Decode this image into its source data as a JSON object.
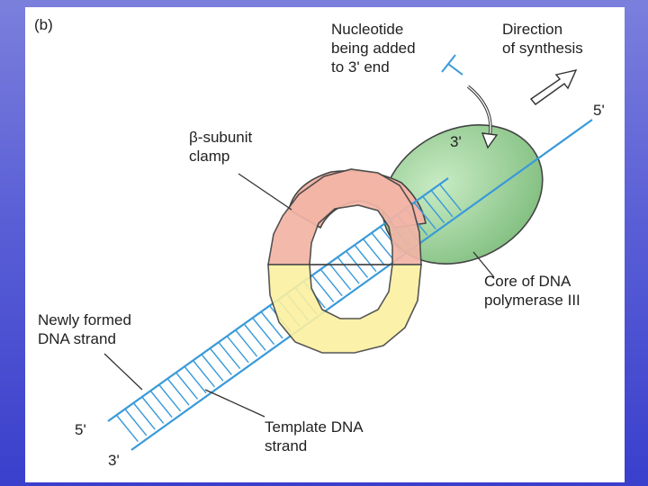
{
  "panel_label": "(b)",
  "labels": {
    "nucleotide": [
      "Nucleotide",
      "being added",
      "to 3' end"
    ],
    "direction": [
      "Direction",
      "of synthesis"
    ],
    "five_prime_top": "5'",
    "three_prime_core": "3'",
    "beta_clamp": [
      "β-subunit",
      "clamp"
    ],
    "core_polymerase": [
      "Core of DNA",
      "polymerase III"
    ],
    "new_strand": [
      "Newly formed",
      "DNA strand"
    ],
    "five_prime_bottom": "5'",
    "template_strand": [
      "Template DNA",
      "strand"
    ],
    "three_prime_bottom": "3'"
  },
  "colors": {
    "dna": "#3a9ad9",
    "clamp_top": "#f2b5a6",
    "clamp_bottom": "#fbf0a0",
    "polymerase": "#9fd39c",
    "leader": "#333333"
  }
}
